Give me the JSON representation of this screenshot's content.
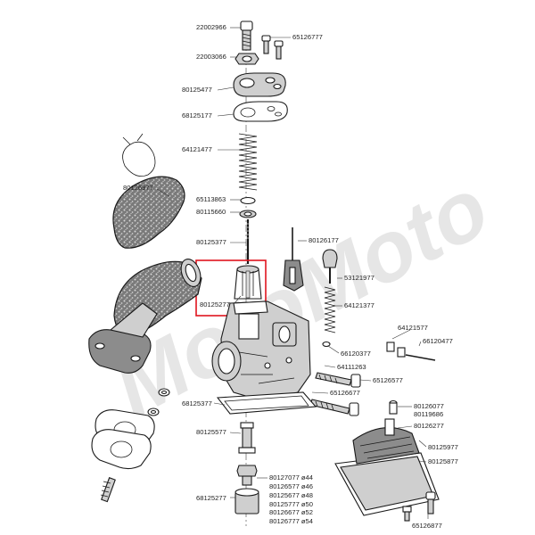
{
  "watermark": {
    "text": "MotoMoto"
  },
  "highlight_color": "#e0141e",
  "labels": {
    "l22002966": "22002966",
    "l65126777_top": "65126777",
    "l22003066": "22003066",
    "l80125477": "80125477",
    "l68125177": "68125177",
    "l64121477": "64121477",
    "l80126977": "80126977",
    "l65113863": "65113863",
    "l80115660": "80115660",
    "l80125377": "80125377",
    "l80126177": "80126177",
    "l53121977": "53121977",
    "l80125277": "80125277",
    "l64121377": "64121377",
    "l64121577": "64121577",
    "l66120477": "66120477",
    "l66120377": "66120377",
    "l64111263": "64111263",
    "l65126577": "65126577",
    "l65126677": "65126677",
    "l68125377": "68125377",
    "l80126077": "80126077",
    "l80119686": "80119686",
    "l80126277": "80126277",
    "l80125977": "80125977",
    "l80125577": "80125577",
    "l80125877": "80125877",
    "l80127077": "80127077 ø44",
    "l80126577": "80126577 ø46",
    "l80125677": "80125677 ø48",
    "l80125777": "80125777 ø50",
    "l80126677": "80126677 ø52",
    "l80126777": "80126777 ø54",
    "l68125277": "68125277",
    "l65126877": "65126877"
  }
}
